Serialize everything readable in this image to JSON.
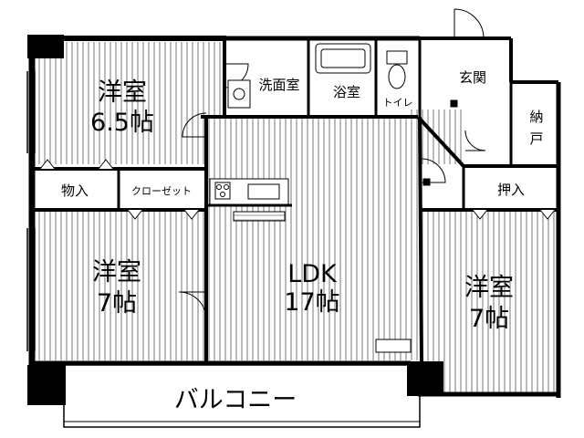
{
  "floorplan": {
    "rooms": {
      "western_room_top_left": {
        "name": "洋室",
        "size": "6.5帖"
      },
      "western_room_bottom_left": {
        "name": "洋室",
        "size": "7帖"
      },
      "western_room_right": {
        "name": "洋室",
        "size": "7帖"
      },
      "ldk": {
        "name": "LDK",
        "size": "17帖"
      },
      "storage_left": {
        "name": "物入"
      },
      "closet": {
        "name": "クローゼット"
      },
      "washroom": {
        "name": "洗面室"
      },
      "bathroom": {
        "name": "浴室"
      },
      "toilet": {
        "name": "トイレ"
      },
      "entrance": {
        "name": "玄関"
      },
      "shoe_cupboard": {
        "name_line1": "納",
        "name_line2": "戸"
      },
      "closet_right": {
        "name": "押入"
      },
      "balcony": {
        "name": "バルコニー"
      }
    }
  }
}
